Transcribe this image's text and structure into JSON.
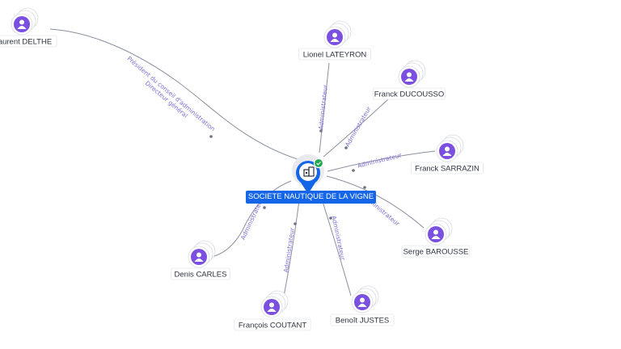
{
  "center": {
    "name": "SOCIETE NAUTIQUE DE LA VIGNE",
    "icon": "building-icon",
    "badge": "check-badge-icon",
    "accent": "#1565e8"
  },
  "people": [
    {
      "id": "delthe",
      "name": "aurent DELTHE"
    },
    {
      "id": "lateyron",
      "name": "Lionel LATEYRON"
    },
    {
      "id": "ducousso",
      "name": "Franck DUCOUSSO"
    },
    {
      "id": "sarrazin",
      "name": "Franck SARRAZIN"
    },
    {
      "id": "barousse",
      "name": "Serge BAROUSSE"
    },
    {
      "id": "justes",
      "name": "Benoît JUSTES"
    },
    {
      "id": "coutant",
      "name": "François COUTANT"
    },
    {
      "id": "carles",
      "name": "Denis CARLES"
    }
  ],
  "edges": [
    {
      "to": "delthe",
      "label_lines": [
        "Président du conseil d'administration",
        "Directeur général"
      ]
    },
    {
      "to": "lateyron",
      "label_lines": [
        "Administrateur"
      ]
    },
    {
      "to": "ducousso",
      "label_lines": [
        "Administrateur"
      ]
    },
    {
      "to": "sarrazin",
      "label_lines": [
        "Administrateur"
      ]
    },
    {
      "to": "barousse",
      "label_lines": [
        "Administrateur"
      ]
    },
    {
      "to": "justes",
      "label_lines": [
        "Administrateur"
      ]
    },
    {
      "to": "coutant",
      "label_lines": [
        "Administrateur"
      ]
    },
    {
      "to": "carles",
      "label_lines": [
        "Administrateur"
      ]
    }
  ],
  "colors": {
    "avatar": "#7b4fe0",
    "edge": "#8a90a0",
    "edge_label": "#7b6fd6",
    "badge": "#1fa84f"
  }
}
